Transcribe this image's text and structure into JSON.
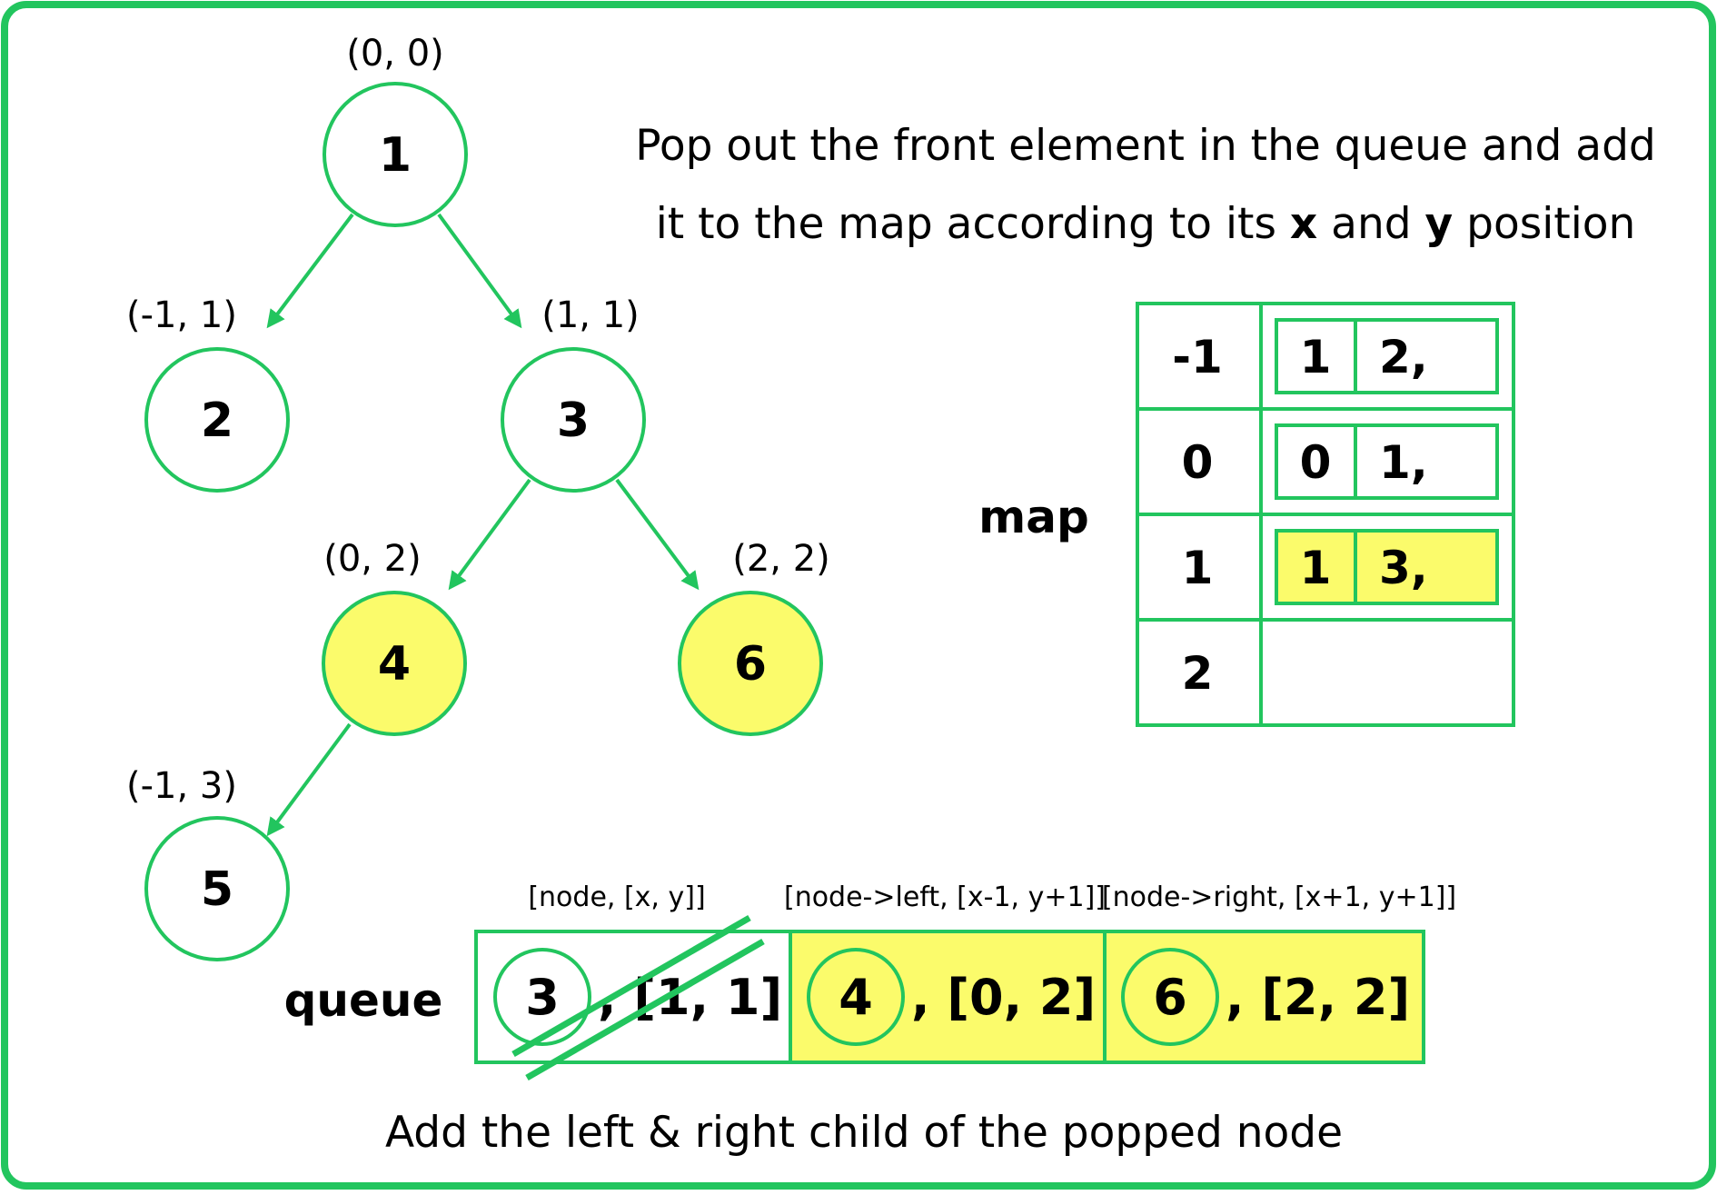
{
  "colors": {
    "accent": "#22c55e",
    "highlight": "#fbfb6b",
    "text": "#000000",
    "background": "#ffffff"
  },
  "tree": {
    "nodes": [
      {
        "id": "1",
        "value": "1",
        "coord": "(0, 0)",
        "highlighted": false
      },
      {
        "id": "2",
        "value": "2",
        "coord": "(-1, 1)",
        "highlighted": false
      },
      {
        "id": "3",
        "value": "3",
        "coord": "(1, 1)",
        "highlighted": false
      },
      {
        "id": "4",
        "value": "4",
        "coord": "(0, 2)",
        "highlighted": true
      },
      {
        "id": "6",
        "value": "6",
        "coord": "(2, 2)",
        "highlighted": true
      },
      {
        "id": "5",
        "value": "5",
        "coord": "(-1, 3)",
        "highlighted": false
      }
    ]
  },
  "instruction": {
    "line1": "Pop out the front element in the queue and add",
    "line2_a": "it to the map according to its ",
    "line2_x": "x",
    "line2_b": " and ",
    "line2_y": "y",
    "line2_c": " position"
  },
  "map": {
    "label": "map",
    "rows": [
      {
        "key": "-1",
        "a": "1",
        "b": "2,",
        "highlighted": false
      },
      {
        "key": "0",
        "a": "0",
        "b": "1,",
        "highlighted": false
      },
      {
        "key": "1",
        "a": "1",
        "b": "3,",
        "highlighted": true
      },
      {
        "key": "2",
        "a": "",
        "b": "",
        "highlighted": false
      }
    ]
  },
  "queue": {
    "label": "queue",
    "headers": [
      "[node, [x, y]]",
      "[node->left, [x-1, y+1]]",
      "[node->right, [x+1, y+1]]"
    ],
    "items": [
      {
        "node": "3",
        "pos": ", [1, 1]",
        "highlighted": false,
        "popped": true
      },
      {
        "node": "4",
        "pos": ", [0, 2]",
        "highlighted": true,
        "popped": false
      },
      {
        "node": "6",
        "pos": ", [2, 2]",
        "highlighted": true,
        "popped": false
      }
    ]
  },
  "caption": "Add the  left & right child of the popped node"
}
